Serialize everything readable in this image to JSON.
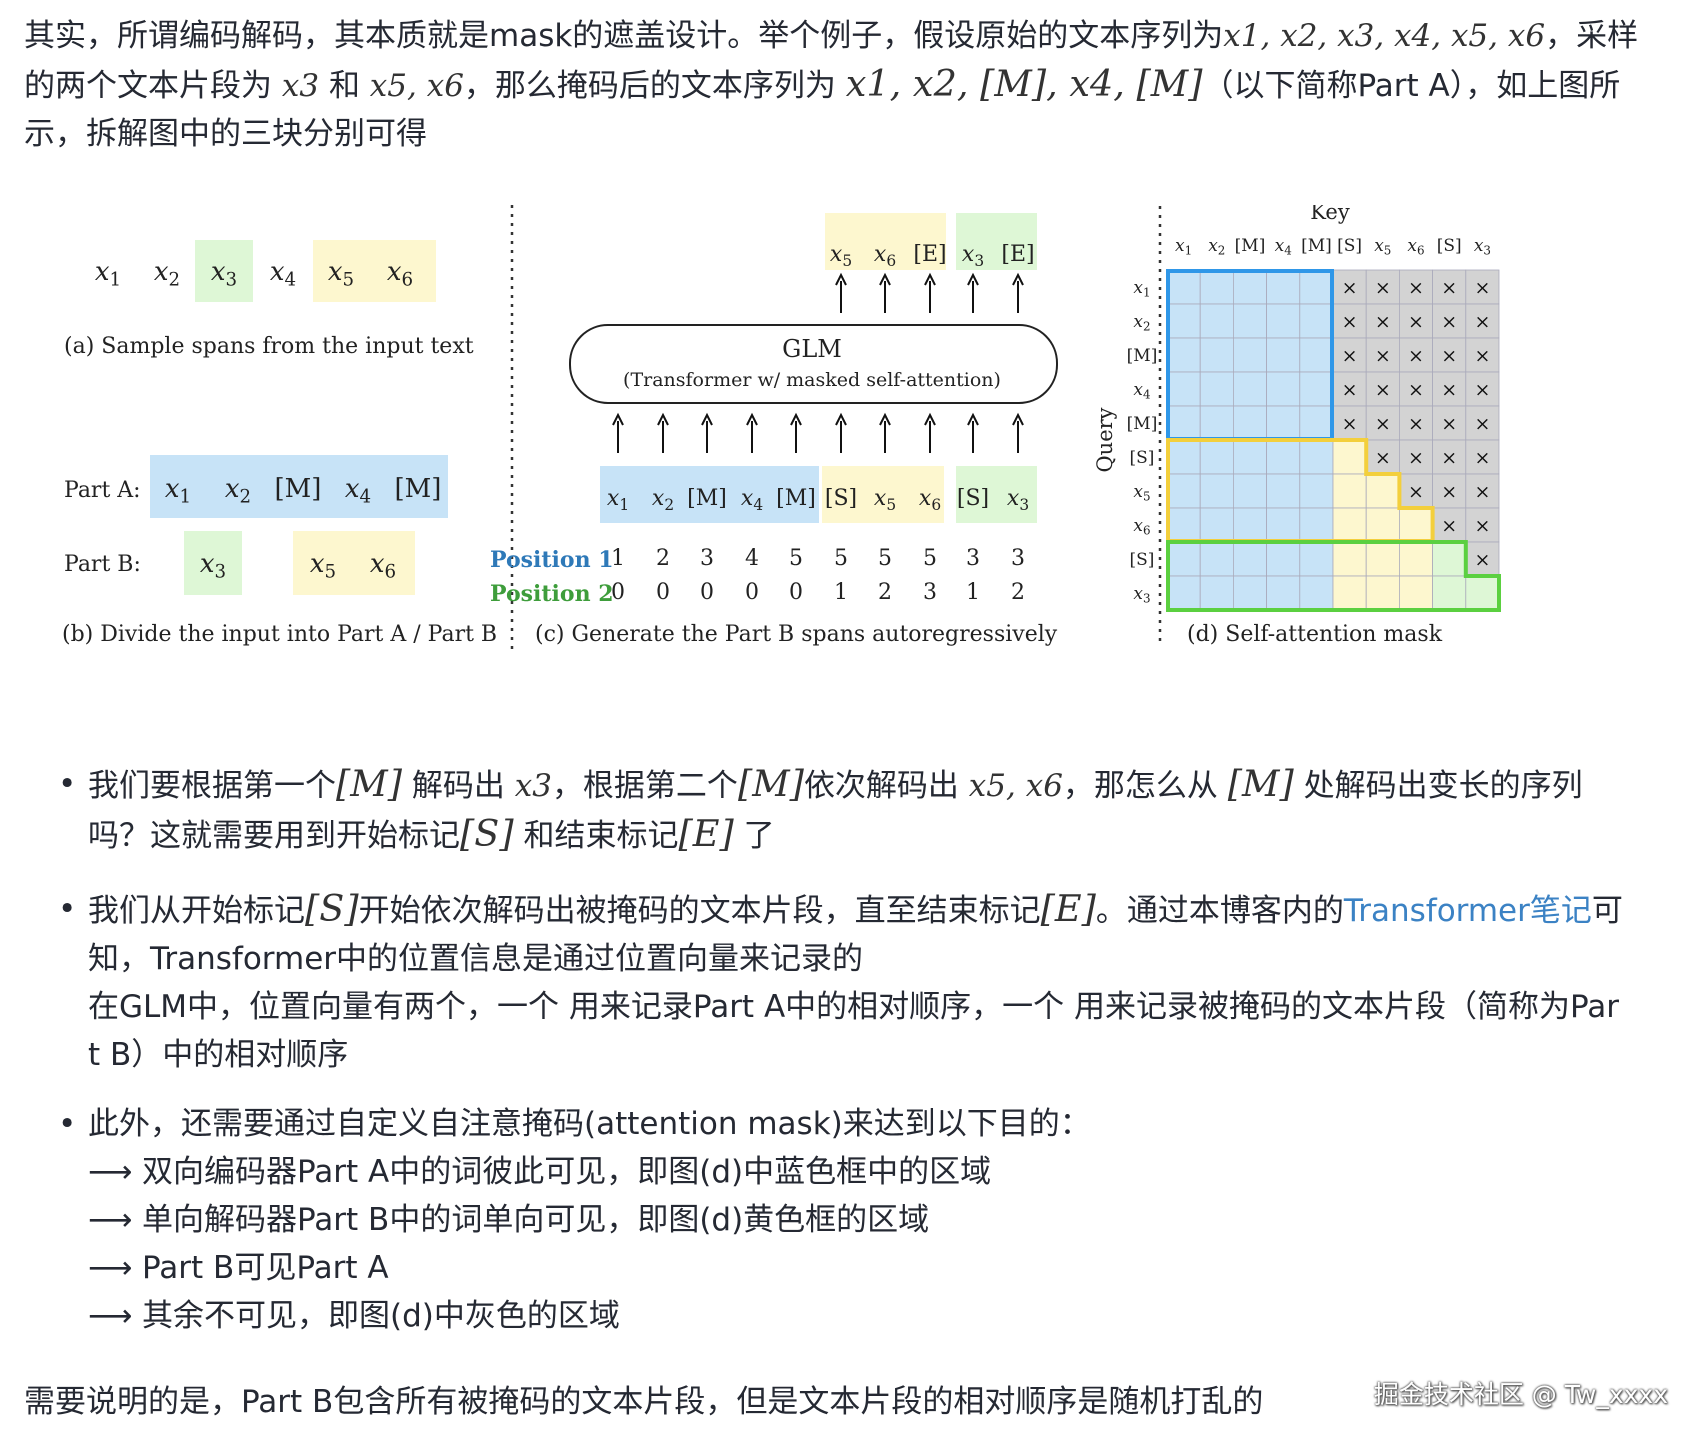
{
  "intro": {
    "t1": "其实，所谓编码解码，其本质就是mask的遮盖设计。举个例子，假设原始的文本序列为",
    "seq_full": "x1, x2, x3, x4, x5, x6",
    "t2": "，采样的两个文本片段为",
    "span_a": "x3",
    "t3": "和",
    "span_b": "x5, x6",
    "t4": "，那么掩码后的文本序列为",
    "seq_masked": "x1, x2, [M], x4, [M]",
    "t5": "（以下简称Part A），如上图所示，拆解图中的三块分别可得"
  },
  "figure": {
    "a_tokens": [
      "x1",
      "x2",
      "x3",
      "x4",
      "x5",
      "x6"
    ],
    "a_caption": "(a)  Sample spans from the input text",
    "b_parta_label": "Part A:",
    "b_partb_label": "Part B:",
    "b_parta_tokens": [
      "x1",
      "x2",
      "[M]",
      "x4",
      "[M]"
    ],
    "b_partb_tokens": [
      "x3",
      "x5",
      "x6"
    ],
    "b_caption": "(b)  Divide the input into Part A / Part B",
    "c_outputs": [
      "x5",
      "x6",
      "[E]",
      "x3",
      "[E]"
    ],
    "c_glm_title": "GLM",
    "c_glm_subtitle": "(Transformer w/ masked self-attention)",
    "c_inputs": [
      "x1",
      "x2",
      "[M]",
      "x4",
      "[M]",
      "[S]",
      "x5",
      "x6",
      "[S]",
      "x3"
    ],
    "c_position1_label": "Position 1",
    "c_position2_label": "Position 2",
    "c_position1": [
      "1",
      "2",
      "3",
      "4",
      "5",
      "5",
      "5",
      "5",
      "3",
      "3"
    ],
    "c_position2": [
      "0",
      "0",
      "0",
      "0",
      "0",
      "1",
      "2",
      "3",
      "1",
      "2"
    ],
    "c_caption": "(c)  Generate the Part B spans autoregressively",
    "d_key_label": "Key",
    "d_query_label": "Query",
    "d_axis_tokens": [
      "x1",
      "x2",
      "[M]",
      "x4",
      "[M]",
      "[S]",
      "x5",
      "x6",
      "[S]",
      "x3"
    ],
    "d_caption": "(d)  Self-attention mask",
    "d_masked_symbol": "×",
    "colors": {
      "blue": "#c7e3f7",
      "yellow": "#fdf7cf",
      "green": "#def7d6",
      "gray": "#d3d3d3",
      "blue_border": "#2f97e8",
      "yellow_border": "#f3cf3c",
      "green_border": "#5bd040",
      "position1": "#2e79b8",
      "position2": "#3e9d3b"
    }
  },
  "bullets": {
    "b1_t1": "我们要根据第一个",
    "b1_m1": "[M]",
    "b1_t2": "解码出",
    "b1_x3": "x3",
    "b1_t3": "，根据第二个",
    "b1_m2": "[M]",
    "b1_t4": "依次解码出",
    "b1_x56": "x5, x6",
    "b1_t5": "，那怎么从",
    "b1_m3": "[M]",
    "b1_t6": "处解码出变长的序列",
    "b1_t7": "吗？这就需要用到开始标记",
    "b1_s": "[S]",
    "b1_t8": "和结束标记",
    "b1_e": "[E]",
    "b1_t9": "了",
    "b2_t1": "我们从开始标记",
    "b2_s": "[S]",
    "b2_t2": "开始依次解码出被掩码的文本片段，直至结束标记",
    "b2_e": "[E]",
    "b2_t3": "。通过本博客内的",
    "b2_link": "Transformer笔记",
    "b2_t4": "可",
    "b2_l2": "知，Transformer中的位置信息是通过位置向量来记录的",
    "b2_l3": "在GLM中，位置向量有两个，一个 用来记录Part A中的相对顺序，一个 用来记录被掩码的文本片段（简称为Par",
    "b2_l4": "t B）中的相对顺序",
    "b3_l1": "此外，还需要通过自定义自注意掩码(attention mask)来达到以下目的：",
    "arrow": "⟶",
    "b3_items": [
      "双向编码器Part A中的词彼此可见，即图(d)中蓝色框中的区域",
      "单向解码器Part B中的词单向可见，即图(d)黄色框的区域",
      "Part B可见Part A",
      "其余不可见，即图(d)中灰色的区域"
    ]
  },
  "footer": "需要说明的是，Part B包含所有被掩码的文本片段，但是文本片段的相对顺序是随机打乱的",
  "watermark": "掘金技术社区 @ Tw_xxxx"
}
